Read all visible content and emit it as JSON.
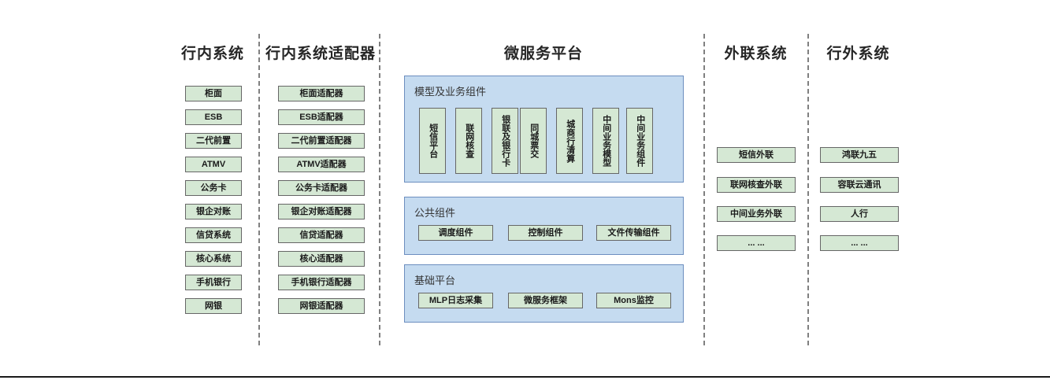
{
  "diagram": {
    "title_bank_internal": "行内系统",
    "title_bank_internal_adapter": "行内系统适配器",
    "title_microservice_platform": "微服务平台",
    "title_external_link": "外联系统",
    "title_outside_bank": "行外系统"
  },
  "columns": {
    "bank_internal": {
      "title": "行内系统",
      "items": [
        "柜面",
        "ESB",
        "二代前置",
        "ATMV",
        "公务卡",
        "银企对账",
        "信贷系统",
        "核心系统",
        "手机银行",
        "网银"
      ]
    },
    "bank_internal_adapter": {
      "title": "行内系统适配器",
      "items": [
        "柜面适配器",
        "ESB适配器",
        "二代前置适配器",
        "ATMV适配器",
        "公务卡适配器",
        "银企对账适配器",
        "信贷适配器",
        "核心适配器",
        "手机银行适配器",
        "网银适配器"
      ]
    },
    "external_link": {
      "title": "外联系统",
      "items": [
        "短信外联",
        "联网核查外联",
        "中间业务外联",
        "... ..."
      ]
    },
    "outside_bank": {
      "title": "行外系统",
      "items": [
        "鸿联九五",
        "容联云通讯",
        "人行",
        "... ..."
      ]
    }
  },
  "microservice_platform": {
    "title": "微服务平台",
    "panels": [
      {
        "label": "模型及业务组件",
        "orientation": "vertical",
        "items": [
          "短信平台",
          "联网核查",
          "银联及银行卡",
          "同城票交",
          "城商行清算",
          "中间业务模型",
          "中间业务组件"
        ]
      },
      {
        "label": "公共组件",
        "orientation": "horizontal",
        "items": [
          "调度组件",
          "控制组件",
          "文件传输组件"
        ]
      },
      {
        "label": "基础平台",
        "orientation": "horizontal",
        "items": [
          "MLP日志采集",
          "微服务框架",
          "Mons监控"
        ]
      }
    ]
  },
  "colors": {
    "node_fill": "#d5e8d4",
    "node_border": "#666666",
    "panel_fill": "#c5dbf0",
    "panel_border": "#6c8ebf",
    "divider": "#808080",
    "text": "#1a1a1a"
  }
}
